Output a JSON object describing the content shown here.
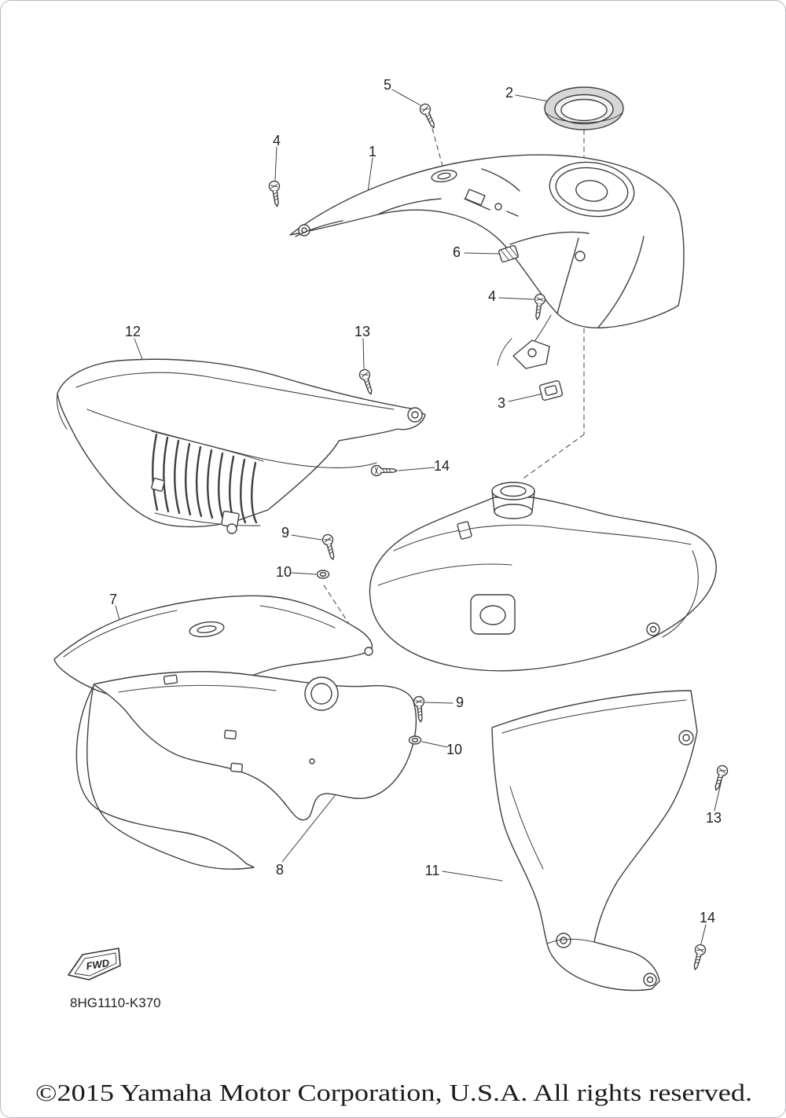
{
  "page": {
    "copyright": "©2015 Yamaha Motor Corporation, U.S.A. All rights reserved.",
    "part_code": "8HG1110-K370",
    "fwd_label": "FWD"
  },
  "diagram": {
    "line_color": "#3f3f3f",
    "bg_color": "#ffffff",
    "callouts": [
      "5",
      "2",
      "4",
      "1",
      "6",
      "4",
      "12",
      "13",
      "3",
      "14",
      "9",
      "10",
      "7",
      "9",
      "10",
      "13",
      "8",
      "11",
      "14"
    ]
  }
}
